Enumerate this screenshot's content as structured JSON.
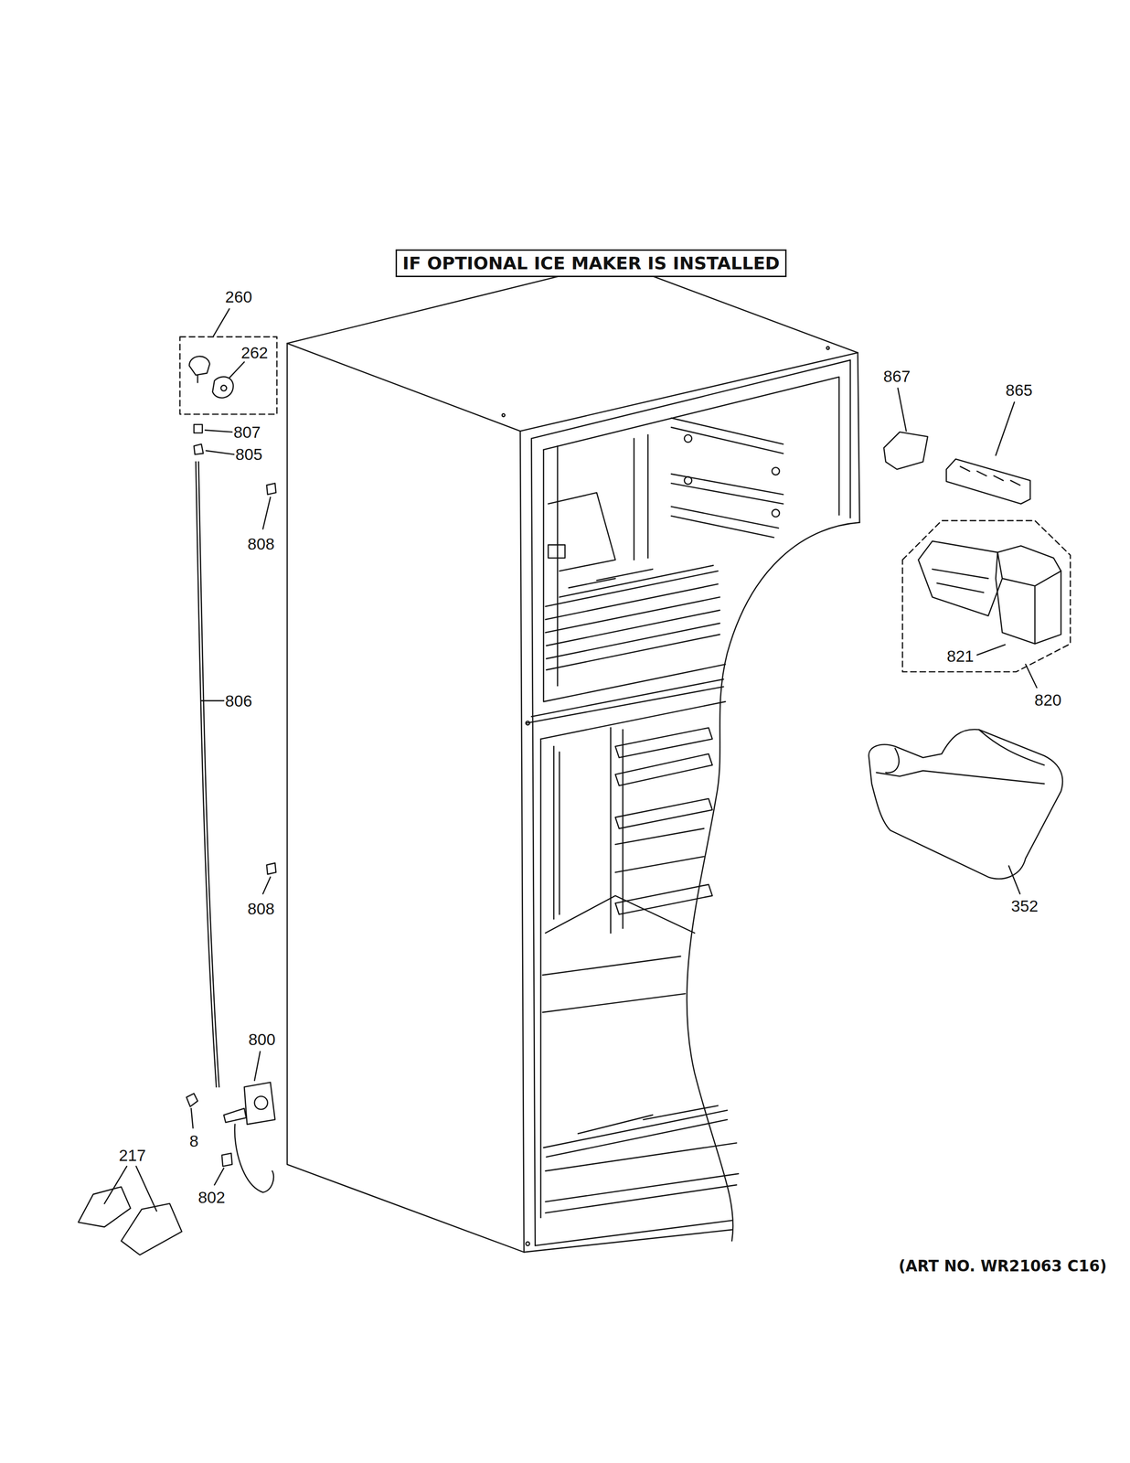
{
  "diagram": {
    "title": "IF OPTIONAL ICE MAKER IS INSTALLED",
    "labels": [
      "260",
      "262",
      "807",
      "805",
      "808",
      "806",
      "808",
      "800",
      "8",
      "217",
      "802",
      "867",
      "865",
      "821",
      "820",
      "352",
      "(ART NO. WR21063 C16)"
    ]
  }
}
